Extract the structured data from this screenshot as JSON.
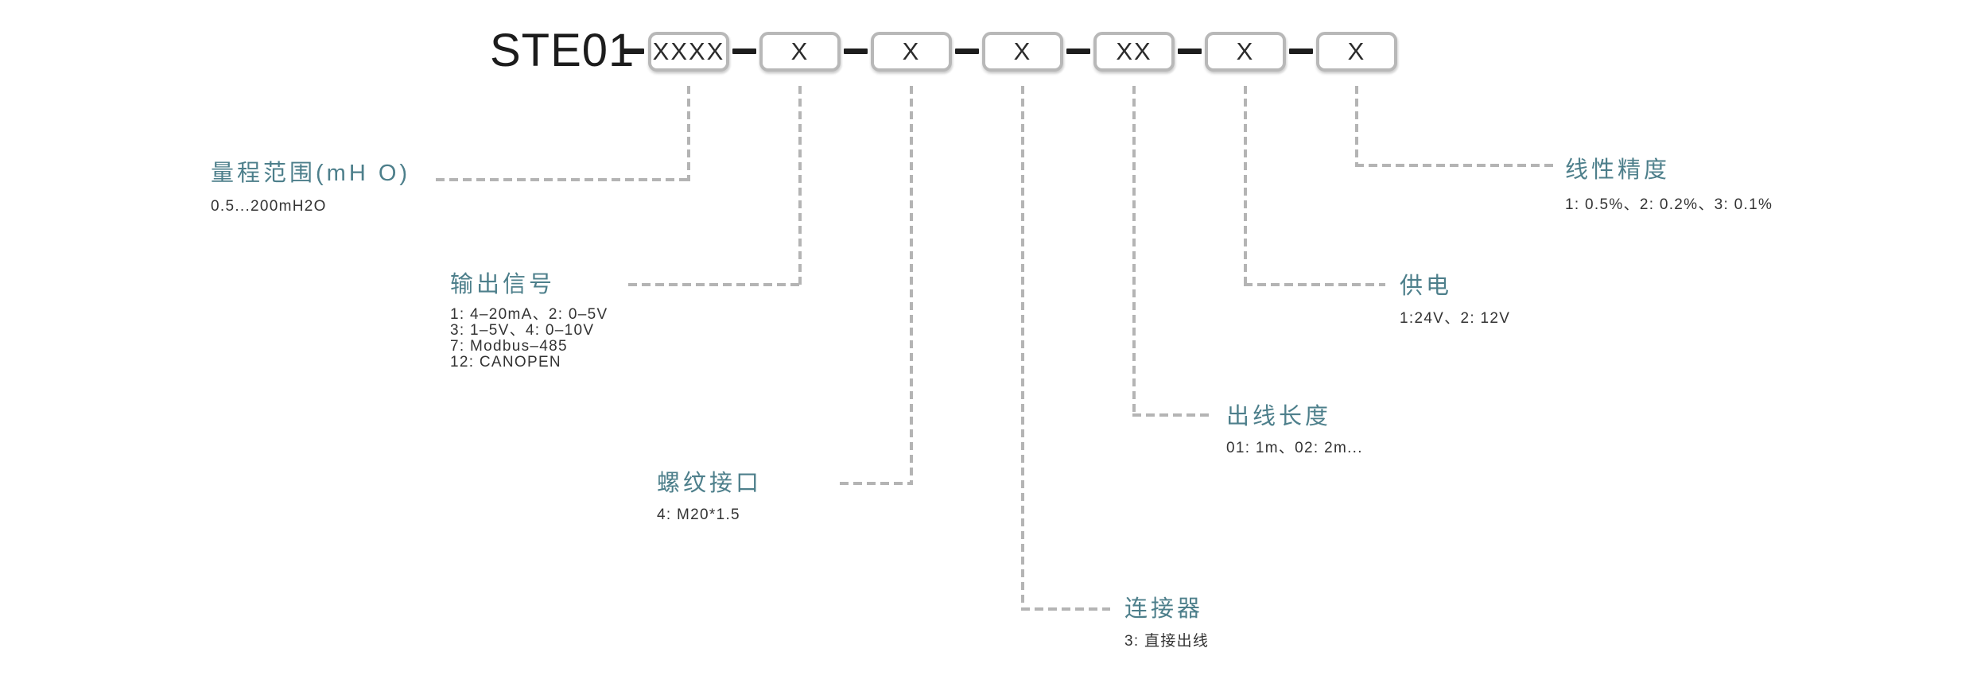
{
  "model_code": {
    "prefix": "STE01",
    "boxes": [
      "XXXX",
      "X",
      "X",
      "X",
      "XX",
      "X",
      "X"
    ]
  },
  "fields": {
    "range": {
      "title": "量程范围(mH O)",
      "value": "0.5...200mH2O"
    },
    "output_signal": {
      "title": "输出信号",
      "line1": "1: 4–20mA、2: 0–5V",
      "line2": "3: 1–5V、4: 0–10V",
      "line3": "7: Modbus–485",
      "line4": "12: CANOPEN"
    },
    "thread": {
      "title": "螺纹接口",
      "value": "4: M20*1.5"
    },
    "connector": {
      "title": "连接器",
      "value": "3: 直接出线"
    },
    "cable_length": {
      "title": "出线长度",
      "value": "01: 1m、02: 2m..."
    },
    "power": {
      "title": "供电",
      "value": "1:24V、2: 12V"
    },
    "accuracy": {
      "title": "线性精度",
      "value": "1: 0.5%、2: 0.2%、3: 0.1%"
    }
  },
  "colors": {
    "accent_teal": "#4d7f8b",
    "body_text": "#333333",
    "line_gray": "#b4b4b4",
    "box_border": "#b8b8b8",
    "code_text": "#2b2b2b"
  }
}
